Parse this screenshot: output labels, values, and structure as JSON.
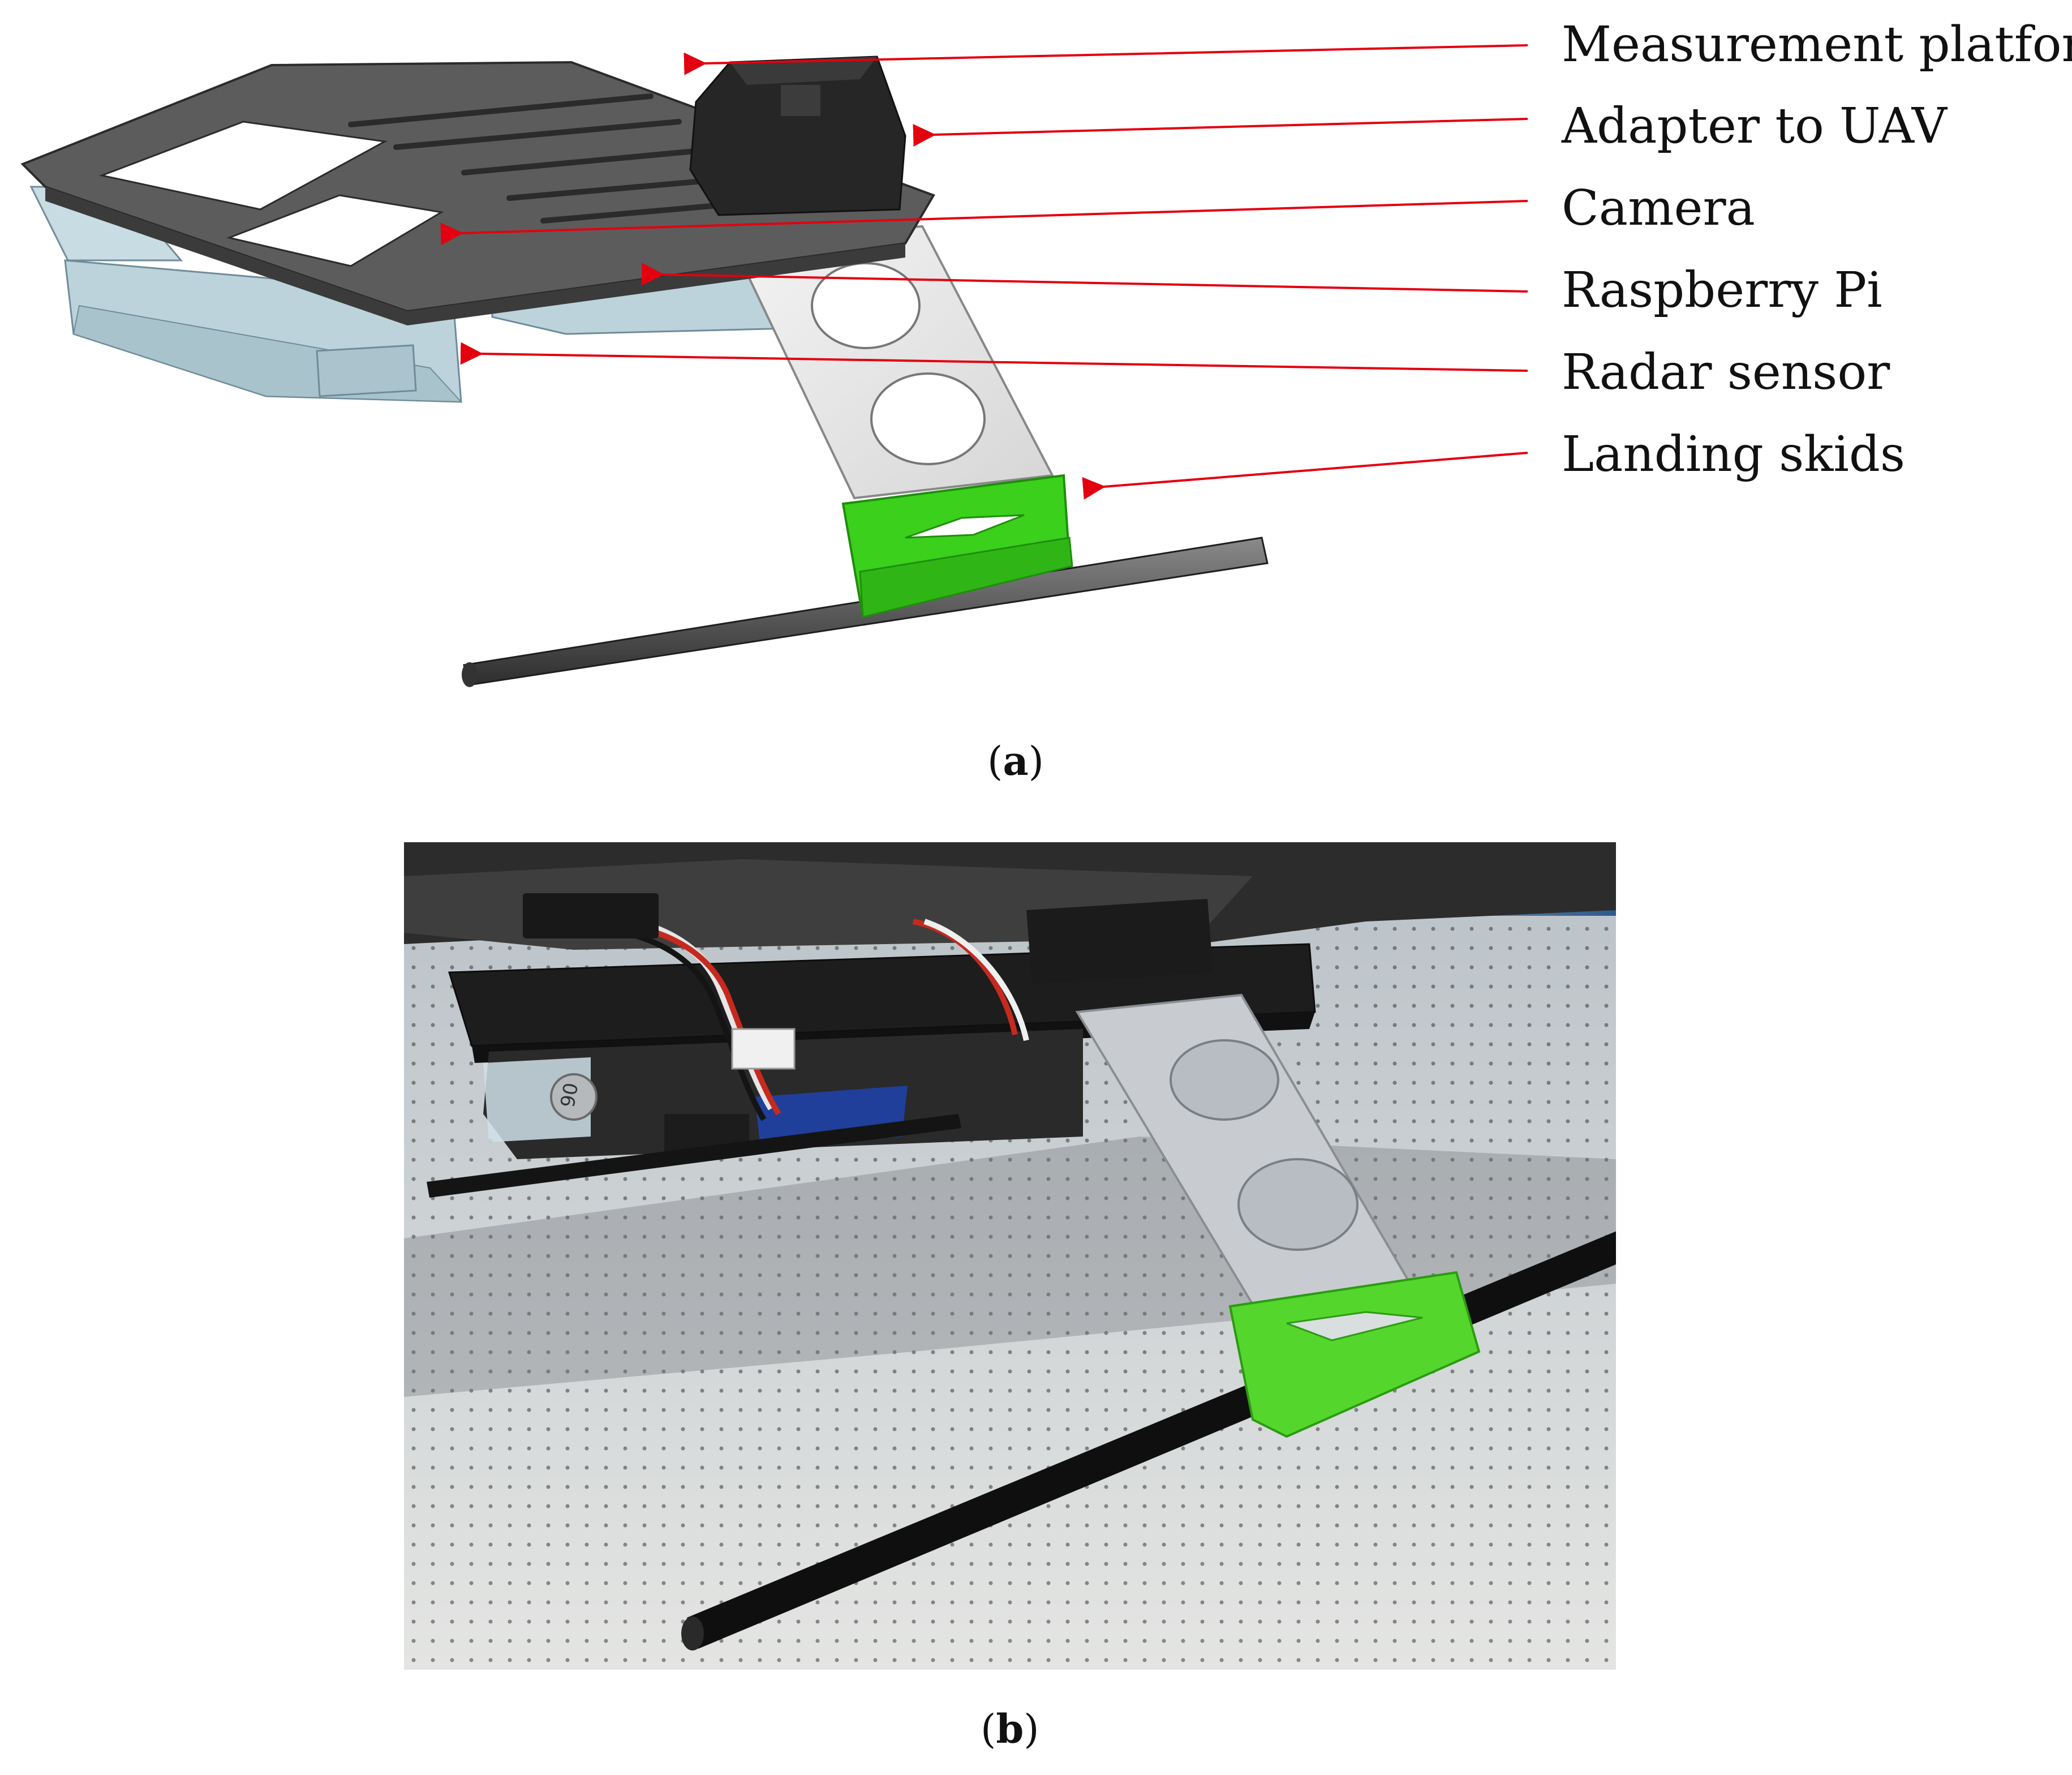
{
  "figure": {
    "panel_a": {
      "labels": {
        "measurement_platform": "Measurement platform",
        "adapter_to_uav": "Adapter to UAV",
        "camera": "Camera",
        "raspberry_pi": "Raspberry Pi",
        "radar_sensor": "Radar sensor",
        "landing_skids": "Landing skids"
      },
      "caption_letter": "a",
      "arrow_color": "#e3000f"
    },
    "panel_b": {
      "caption_letter": "b",
      "photo_label_on_sensor": "90"
    }
  }
}
